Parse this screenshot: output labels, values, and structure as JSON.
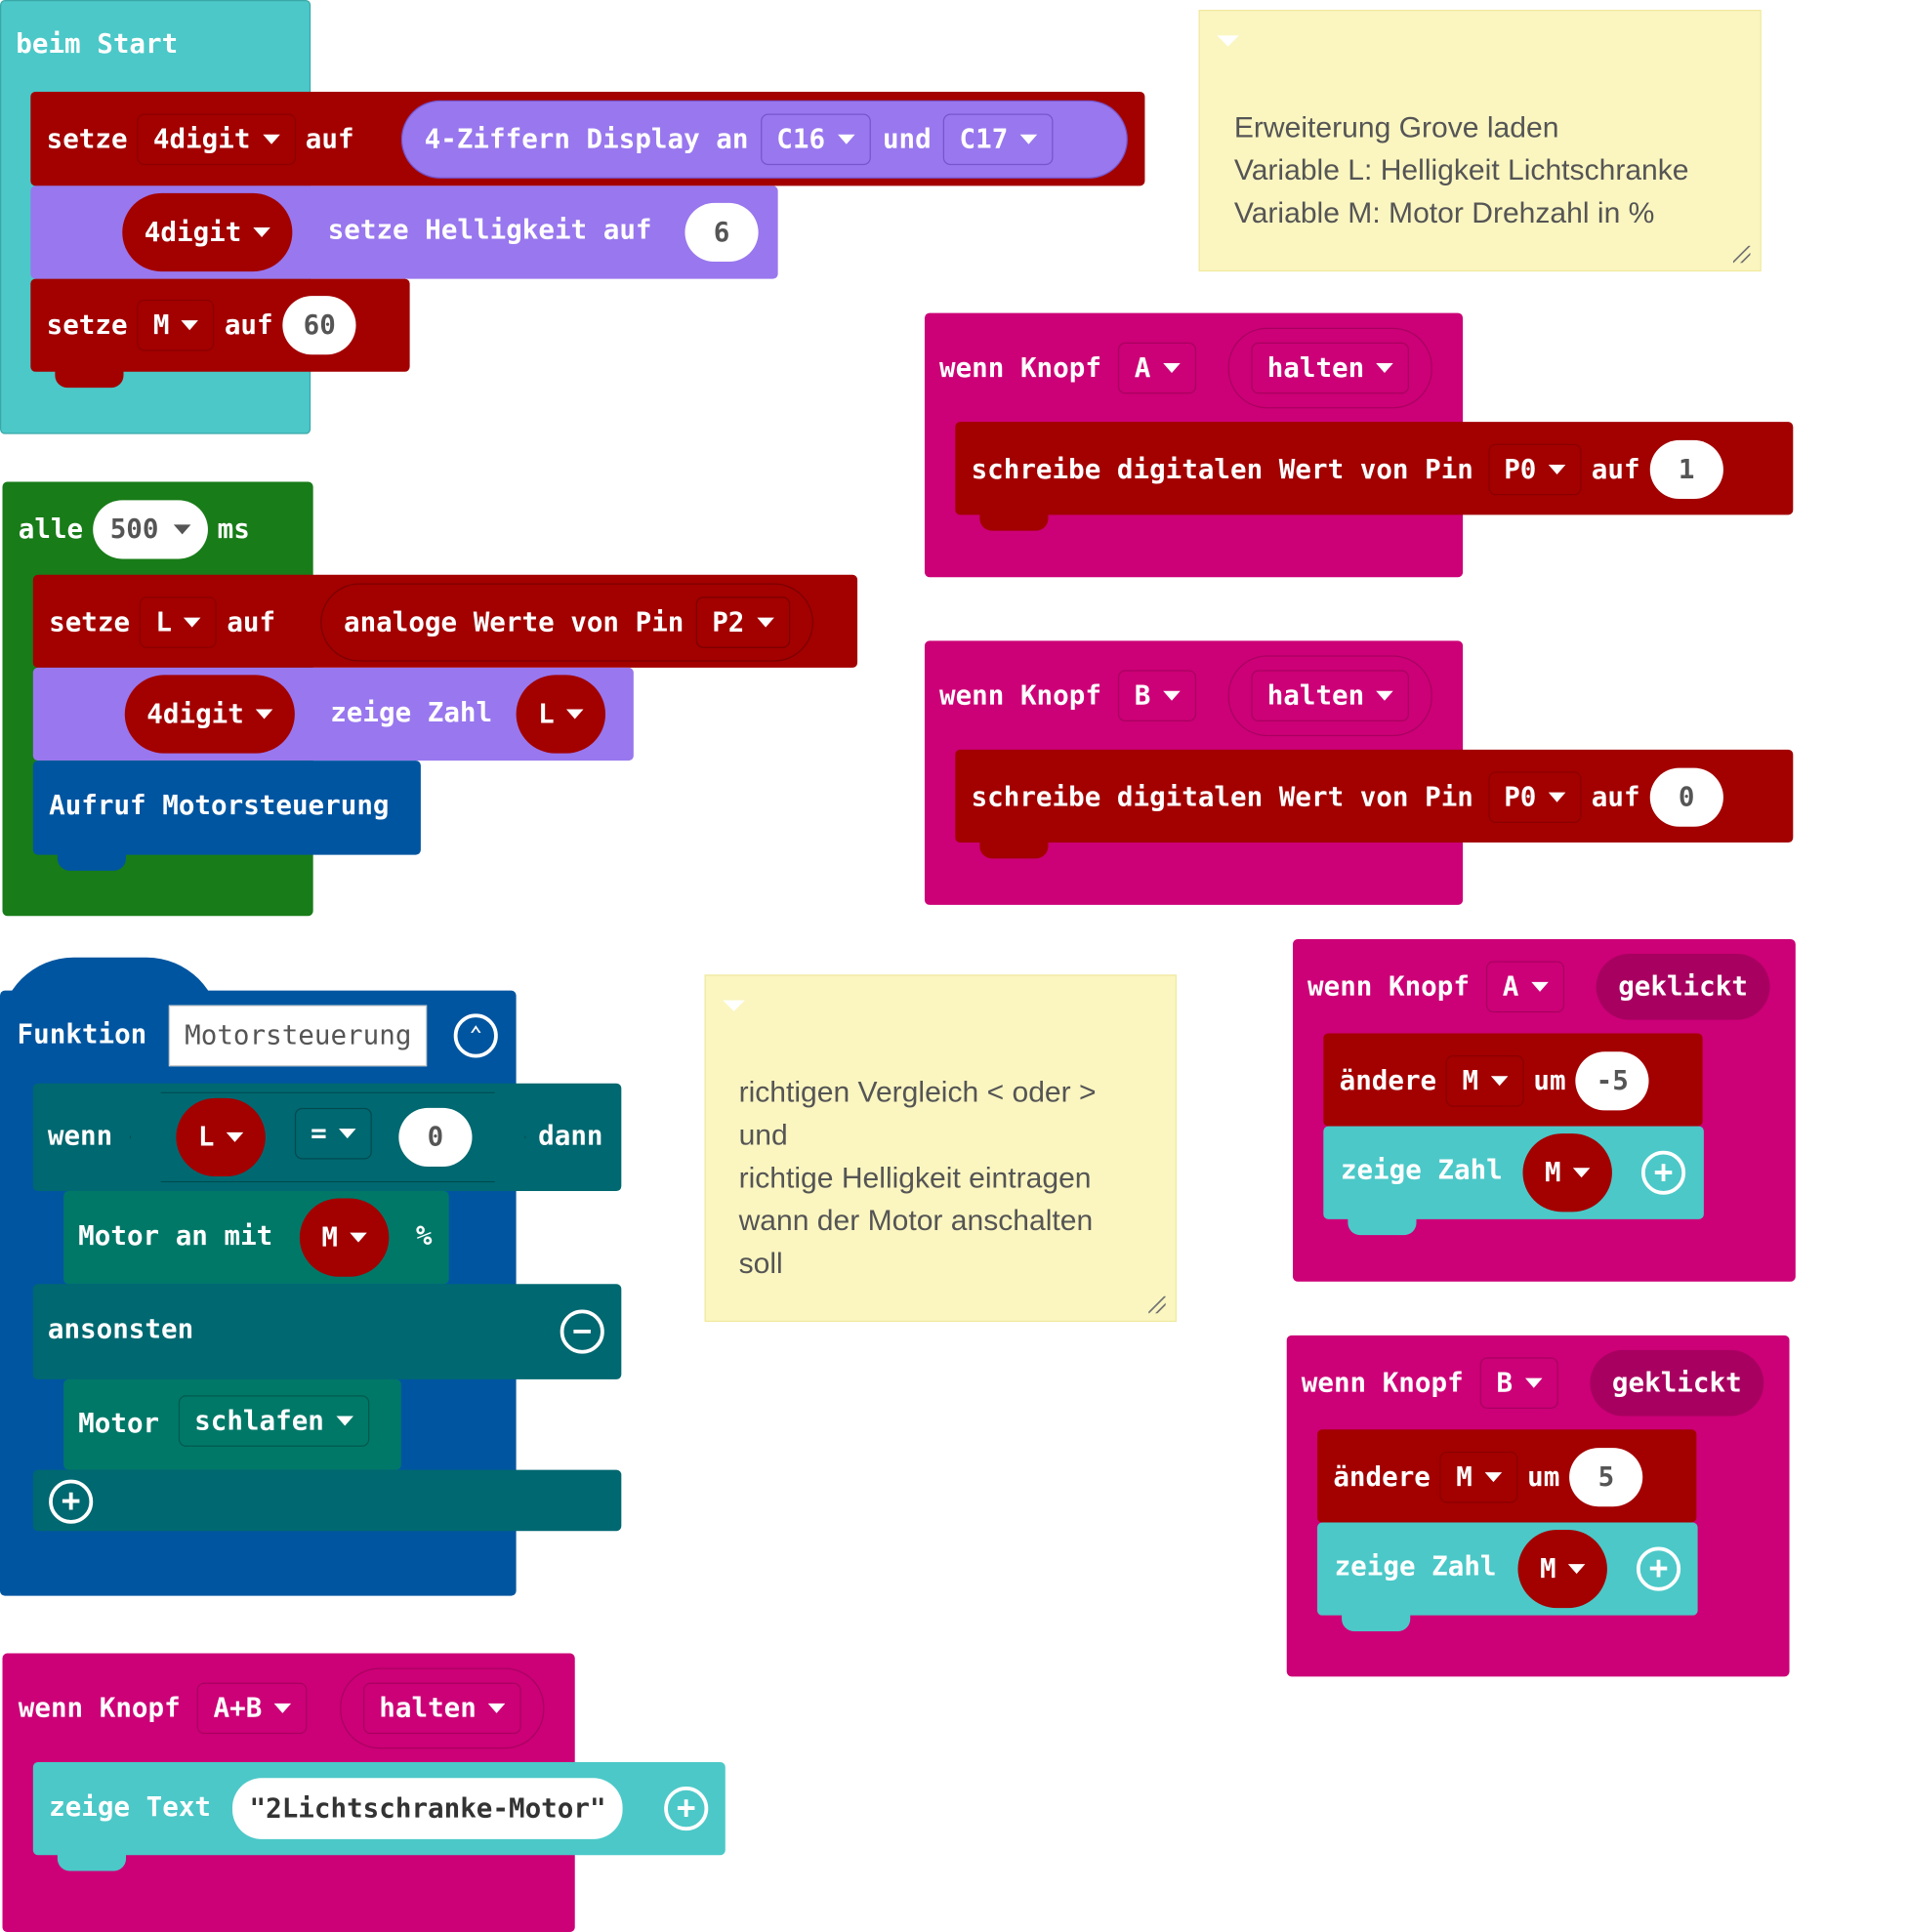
{
  "colors": {
    "basic_teal": "#4cc8c8",
    "variables_red": "#a30000",
    "display_purple": "#9977ee",
    "loops_green": "#187c18",
    "functions_blue": "#0055a0",
    "logic_teal": "#006870",
    "motor_teal": "#007868",
    "input_magenta": "#cc0077",
    "note_yellow": "#fbf6c0"
  },
  "on_start": {
    "title": "beim Start",
    "set_4digit": {
      "setze": "setze",
      "var": "4digit",
      "auf": "auf",
      "display_label": "4-Ziffern Display an",
      "pin1": "C16",
      "und": "und",
      "pin2": "C17"
    },
    "brightness": {
      "var": "4digit",
      "label": "setze Helligkeit auf",
      "value": "6"
    },
    "set_m": {
      "setze": "setze",
      "var": "M",
      "auf": "auf",
      "value": "60"
    }
  },
  "every": {
    "alle": "alle",
    "interval": "500",
    "unit": "ms",
    "set_l": {
      "setze": "setze",
      "var": "L",
      "auf": "auf",
      "label": "analoge Werte von Pin",
      "pin": "P2"
    },
    "show": {
      "var": "4digit",
      "label": "zeige Zahl",
      "value": "L"
    },
    "call": "Aufruf Motorsteuerung"
  },
  "function": {
    "keyword": "Funktion",
    "name": "Motorsteuerung",
    "if_kw": "wenn",
    "left": "L",
    "op": "=",
    "right": "0",
    "then_kw": "dann",
    "motor_on": {
      "label": "Motor an mit",
      "var": "M",
      "unit": "%"
    },
    "else_kw": "ansonsten",
    "motor_sleep": {
      "label": "Motor",
      "mode": "schlafen"
    }
  },
  "ab_hold": {
    "wenn_knopf": "wenn Knopf",
    "button": "A+B",
    "event": "halten",
    "show_text": {
      "label": "zeige Text",
      "quote_open": "\"",
      "value": "2Lichtschranke-Motor",
      "quote_close": "\""
    }
  },
  "note1": {
    "lines": [
      "Erweiterung Grove laden",
      "Variable L: Helligkeit Lichtschranke",
      "Variable M: Motor Drehzahl in %"
    ]
  },
  "note2": {
    "lines": [
      "richtigen Vergleich < oder >",
      "und",
      "richtige Helligkeit eintragen",
      "wann der Motor anschalten",
      "soll"
    ]
  },
  "a_hold": {
    "wenn_knopf": "wenn Knopf",
    "button": "A",
    "event": "halten",
    "write": {
      "label": "schreibe digitalen Wert von Pin",
      "pin": "P0",
      "auf": "auf",
      "value": "1"
    }
  },
  "b_hold": {
    "wenn_knopf": "wenn Knopf",
    "button": "B",
    "event": "halten",
    "write": {
      "label": "schreibe digitalen Wert von Pin",
      "pin": "P0",
      "auf": "auf",
      "value": "0"
    }
  },
  "a_click": {
    "wenn_knopf": "wenn Knopf",
    "button": "A",
    "event": "geklickt",
    "change": {
      "label": "ändere",
      "var": "M",
      "um": "um",
      "value": "-5"
    },
    "show": {
      "label": "zeige Zahl",
      "var": "M"
    }
  },
  "b_click": {
    "wenn_knopf": "wenn Knopf",
    "button": "B",
    "event": "geklickt",
    "change": {
      "label": "ändere",
      "var": "M",
      "um": "um",
      "value": "5"
    },
    "show": {
      "label": "zeige Zahl",
      "var": "M"
    }
  }
}
